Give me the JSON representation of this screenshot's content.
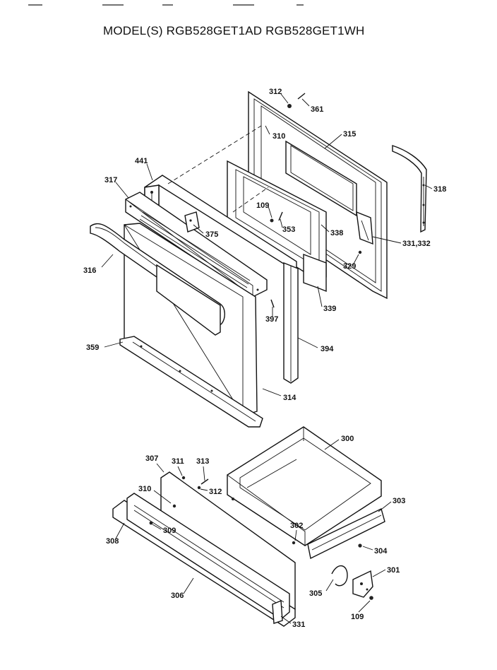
{
  "title": "MODEL(S) RGB528GET1AD  RGB528GET1WH",
  "parts": {
    "p312a": "312",
    "p361": "361",
    "p310a": "310",
    "p315": "315",
    "p318": "318",
    "p441": "441",
    "p317": "317",
    "p109a": "109",
    "p353": "353",
    "p375": "375",
    "p338": "338",
    "p331_332": "331,332",
    "p329": "329",
    "p316": "316",
    "p339": "339",
    "p397": "397",
    "p394": "394",
    "p359": "359",
    "p314": "314",
    "p300": "300",
    "p307": "307",
    "p311": "311",
    "p313": "313",
    "p312b": "312",
    "p310b": "310",
    "p303": "303",
    "p309": "309",
    "p308": "308",
    "p302": "302",
    "p304": "304",
    "p301": "301",
    "p306": "306",
    "p305": "305",
    "p109b": "109",
    "p331": "331"
  }
}
